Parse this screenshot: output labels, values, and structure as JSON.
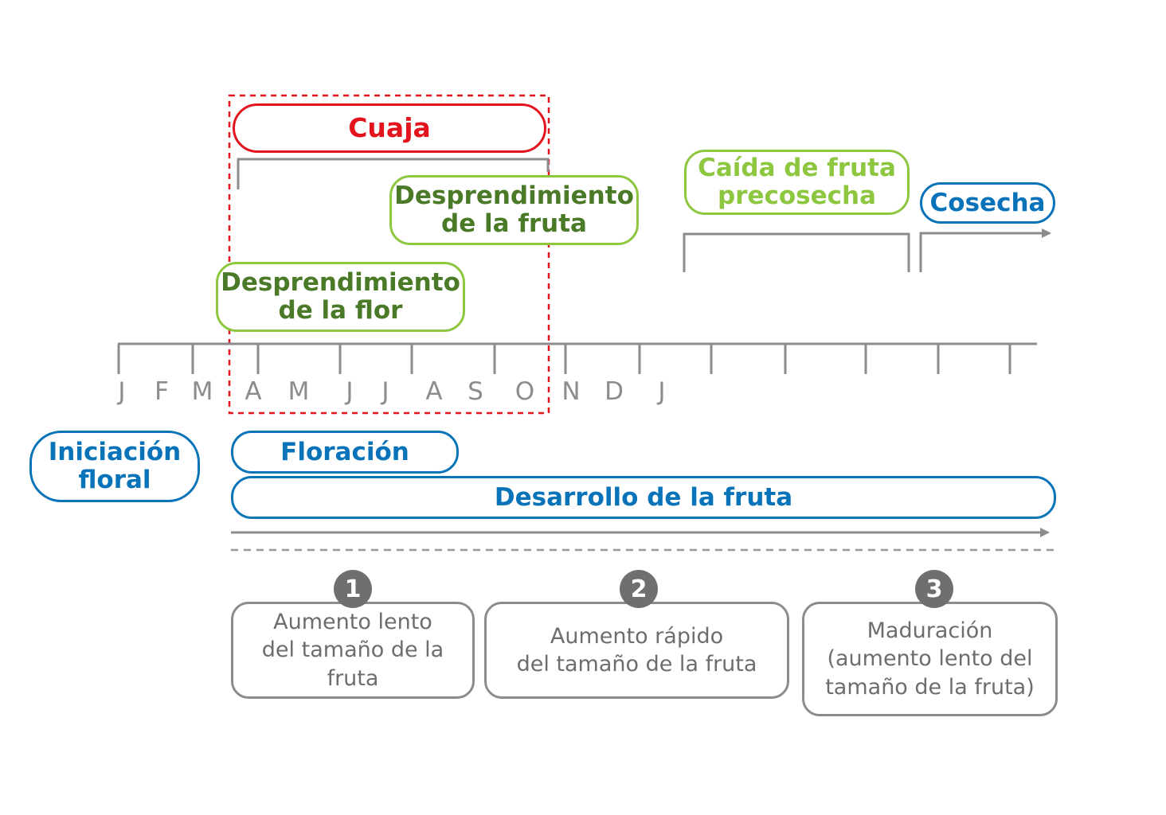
{
  "months": [
    "J",
    "F",
    "M",
    "A",
    "M",
    "J",
    "J",
    "A",
    "S",
    "O",
    "N",
    "D",
    "J"
  ],
  "top_events": {
    "cuaja": "Cuaja",
    "desprendimiento_fruta": [
      "Desprendimiento",
      "de la fruta"
    ],
    "desprendimiento_flor": [
      "Desprendimiento",
      "de la flor"
    ],
    "caida_fruta": [
      "Caída de fruta",
      "precosecha"
    ],
    "cosecha": "Cosecha"
  },
  "bottom_events": {
    "iniciacion_floral": [
      "Iniciación",
      "floral"
    ],
    "floracion": "Floración",
    "desarrollo_fruta": "Desarrollo de la fruta"
  },
  "stages": [
    {
      "number": "1",
      "lines": [
        "Aumento lento",
        "del tamaño de la fruta"
      ]
    },
    {
      "number": "2",
      "lines": [
        "Aumento rápido",
        "del tamaño de la fruta"
      ]
    },
    {
      "number": "3",
      "lines": [
        "Maduración",
        "(aumento lento del",
        "tamaño de la fruta)"
      ]
    }
  ],
  "colors": {
    "red": "#e3141d",
    "dark_green": "#4a7a28",
    "light_green": "#8dc63f",
    "blue": "#0873b8",
    "gray": "#8c8c8c"
  }
}
